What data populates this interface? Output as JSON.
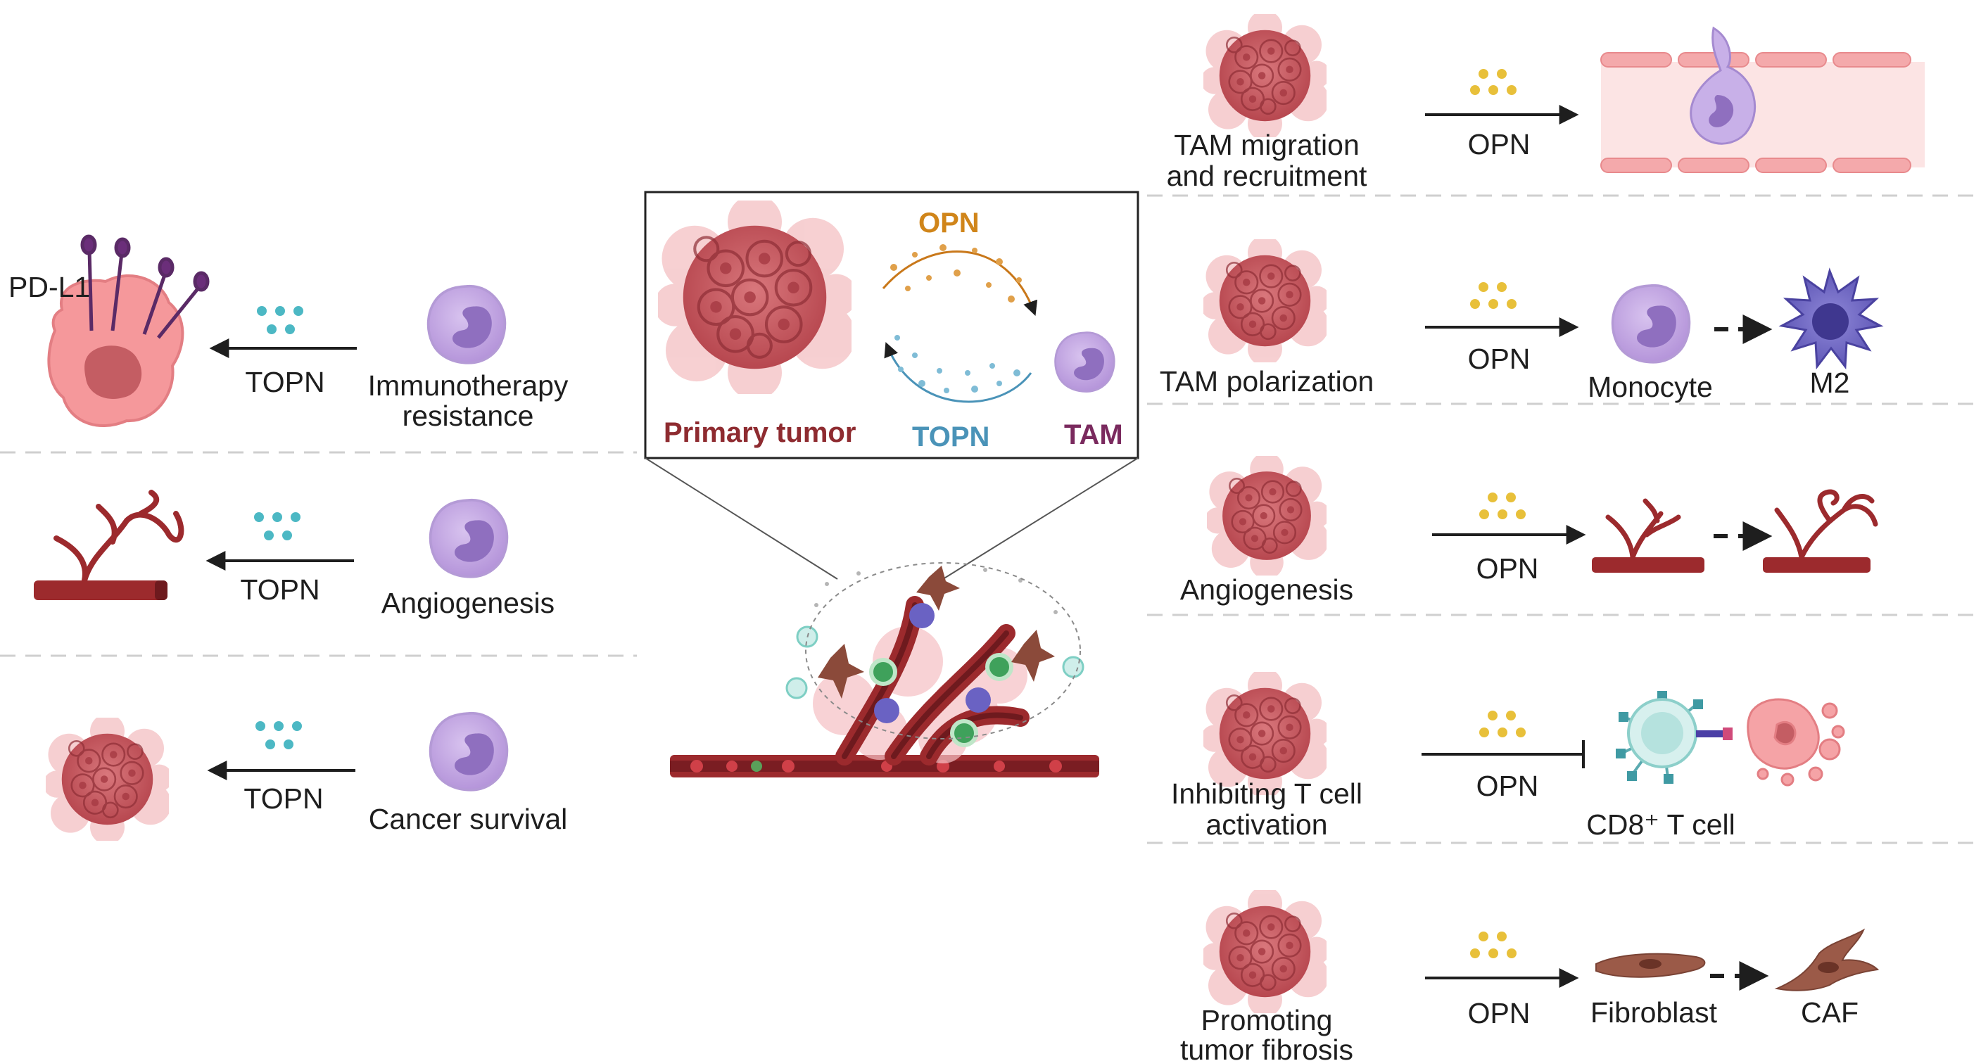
{
  "left_panel": {
    "rows": [
      {
        "molecule": "TOPN",
        "effect": "Immunotherapy resistance",
        "effect_line1": "Immunotherapy",
        "effect_line2": "resistance",
        "target_label": "PD-L1",
        "icon": "pd-l1-tumor-cell-icon"
      },
      {
        "molecule": "TOPN",
        "effect": "Angiogenesis",
        "icon": "blood-vessel-icon"
      },
      {
        "molecule": "TOPN",
        "effect": "Cancer survival",
        "icon": "tumor-icon"
      }
    ]
  },
  "center_inset": {
    "primary_label": "Primary tumor",
    "tam_label": "TAM",
    "opn_label": "OPN",
    "topn_label": "TOPN",
    "colors": {
      "primary": "#8e2b30",
      "tam": "#7a2a5e",
      "opn": "#d0851a",
      "topn": "#4a93b8"
    }
  },
  "right_panel": {
    "rows": [
      {
        "effect": "TAM migration and recruitment",
        "effect_line1": "TAM migration",
        "effect_line2": "and recruitment",
        "molecule": "OPN",
        "icon": "endothelium-extravasation-icon"
      },
      {
        "effect": "TAM polarization",
        "molecule": "OPN",
        "from_label": "Monocyte",
        "to_label": "M2"
      },
      {
        "effect": "Angiogenesis",
        "molecule": "OPN",
        "icon": "vessel-sprouting-icon"
      },
      {
        "effect": "Inhibiting T cell activation",
        "effect_line1": "Inhibiting T cell",
        "effect_line2": "activation",
        "molecule": "OPN",
        "target_label": "CD8⁺ T cell"
      },
      {
        "effect": "Promoting tumor fibrosis",
        "effect_line1": "Promoting",
        "effect_line2": "tumor fibrosis",
        "molecule": "OPN",
        "from_label": "Fibroblast",
        "to_label": "CAF"
      }
    ]
  },
  "colors": {
    "topn_dots": "#4cb8c4",
    "opn_dots": "#e8c03a",
    "tumor": "#c7555c",
    "macrophage": "#c3a6e0",
    "vessel": "#9c2a2d"
  }
}
